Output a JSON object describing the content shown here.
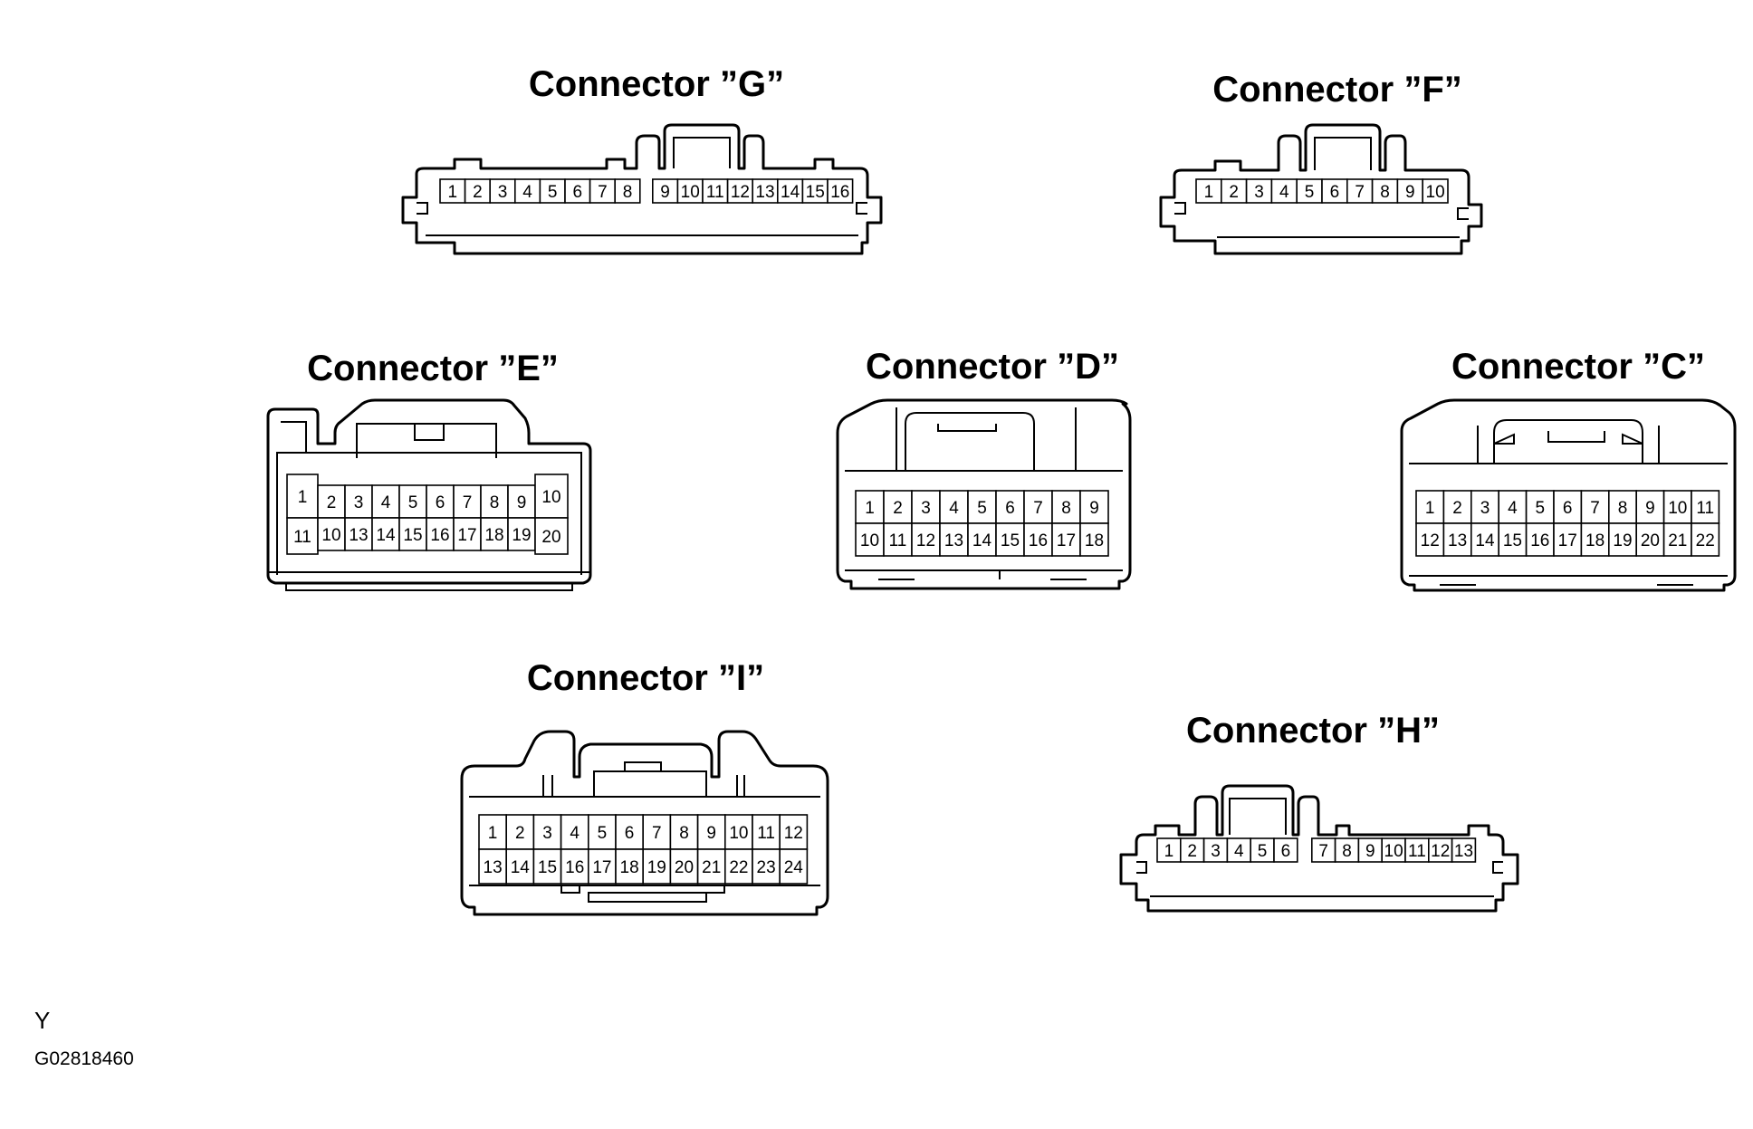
{
  "connectors": {
    "G": {
      "title": "Connector ”G”",
      "rows": [
        [
          "1",
          "2",
          "3",
          "4",
          "5",
          "6",
          "7",
          "8",
          "",
          "9",
          "10",
          "11",
          "12",
          "13",
          "14",
          "15",
          "16"
        ]
      ]
    },
    "F": {
      "title": "Connector ”F”",
      "rows": [
        [
          "1",
          "2",
          "3",
          "4",
          "5",
          "6",
          "7",
          "8",
          "9",
          "10"
        ]
      ]
    },
    "E": {
      "title": "Connector ”E”",
      "rows": [
        [
          "2",
          "3",
          "4",
          "5",
          "6",
          "7",
          "8",
          "9"
        ],
        [
          "10",
          "13",
          "14",
          "15",
          "16",
          "17",
          "18",
          "19"
        ]
      ],
      "left": [
        "1",
        "11"
      ],
      "right": [
        "10",
        "20"
      ]
    },
    "D": {
      "title": "Connector ”D”",
      "rows": [
        [
          "1",
          "2",
          "3",
          "4",
          "5",
          "6",
          "7",
          "8",
          "9"
        ],
        [
          "10",
          "11",
          "12",
          "13",
          "14",
          "15",
          "16",
          "17",
          "18"
        ]
      ]
    },
    "C": {
      "title": "Connector ”C”",
      "rows": [
        [
          "1",
          "2",
          "3",
          "4",
          "5",
          "6",
          "7",
          "8",
          "9",
          "10",
          "11"
        ],
        [
          "12",
          "13",
          "14",
          "15",
          "16",
          "17",
          "18",
          "19",
          "20",
          "21",
          "22"
        ]
      ]
    },
    "I": {
      "title": "Connector ”I”",
      "rows": [
        [
          "1",
          "2",
          "3",
          "4",
          "5",
          "6",
          "7",
          "8",
          "9",
          "10",
          "11",
          "12"
        ],
        [
          "13",
          "14",
          "15",
          "16",
          "17",
          "18",
          "19",
          "20",
          "21",
          "22",
          "23",
          "24"
        ]
      ]
    },
    "H": {
      "title": "Connector ”H”",
      "rows": [
        [
          "1",
          "2",
          "3",
          "4",
          "5",
          "6",
          "",
          "7",
          "8",
          "9",
          "10",
          "11",
          "12",
          "13"
        ]
      ]
    }
  },
  "footer": {
    "code": "Y",
    "figure_id": "G02818460"
  }
}
